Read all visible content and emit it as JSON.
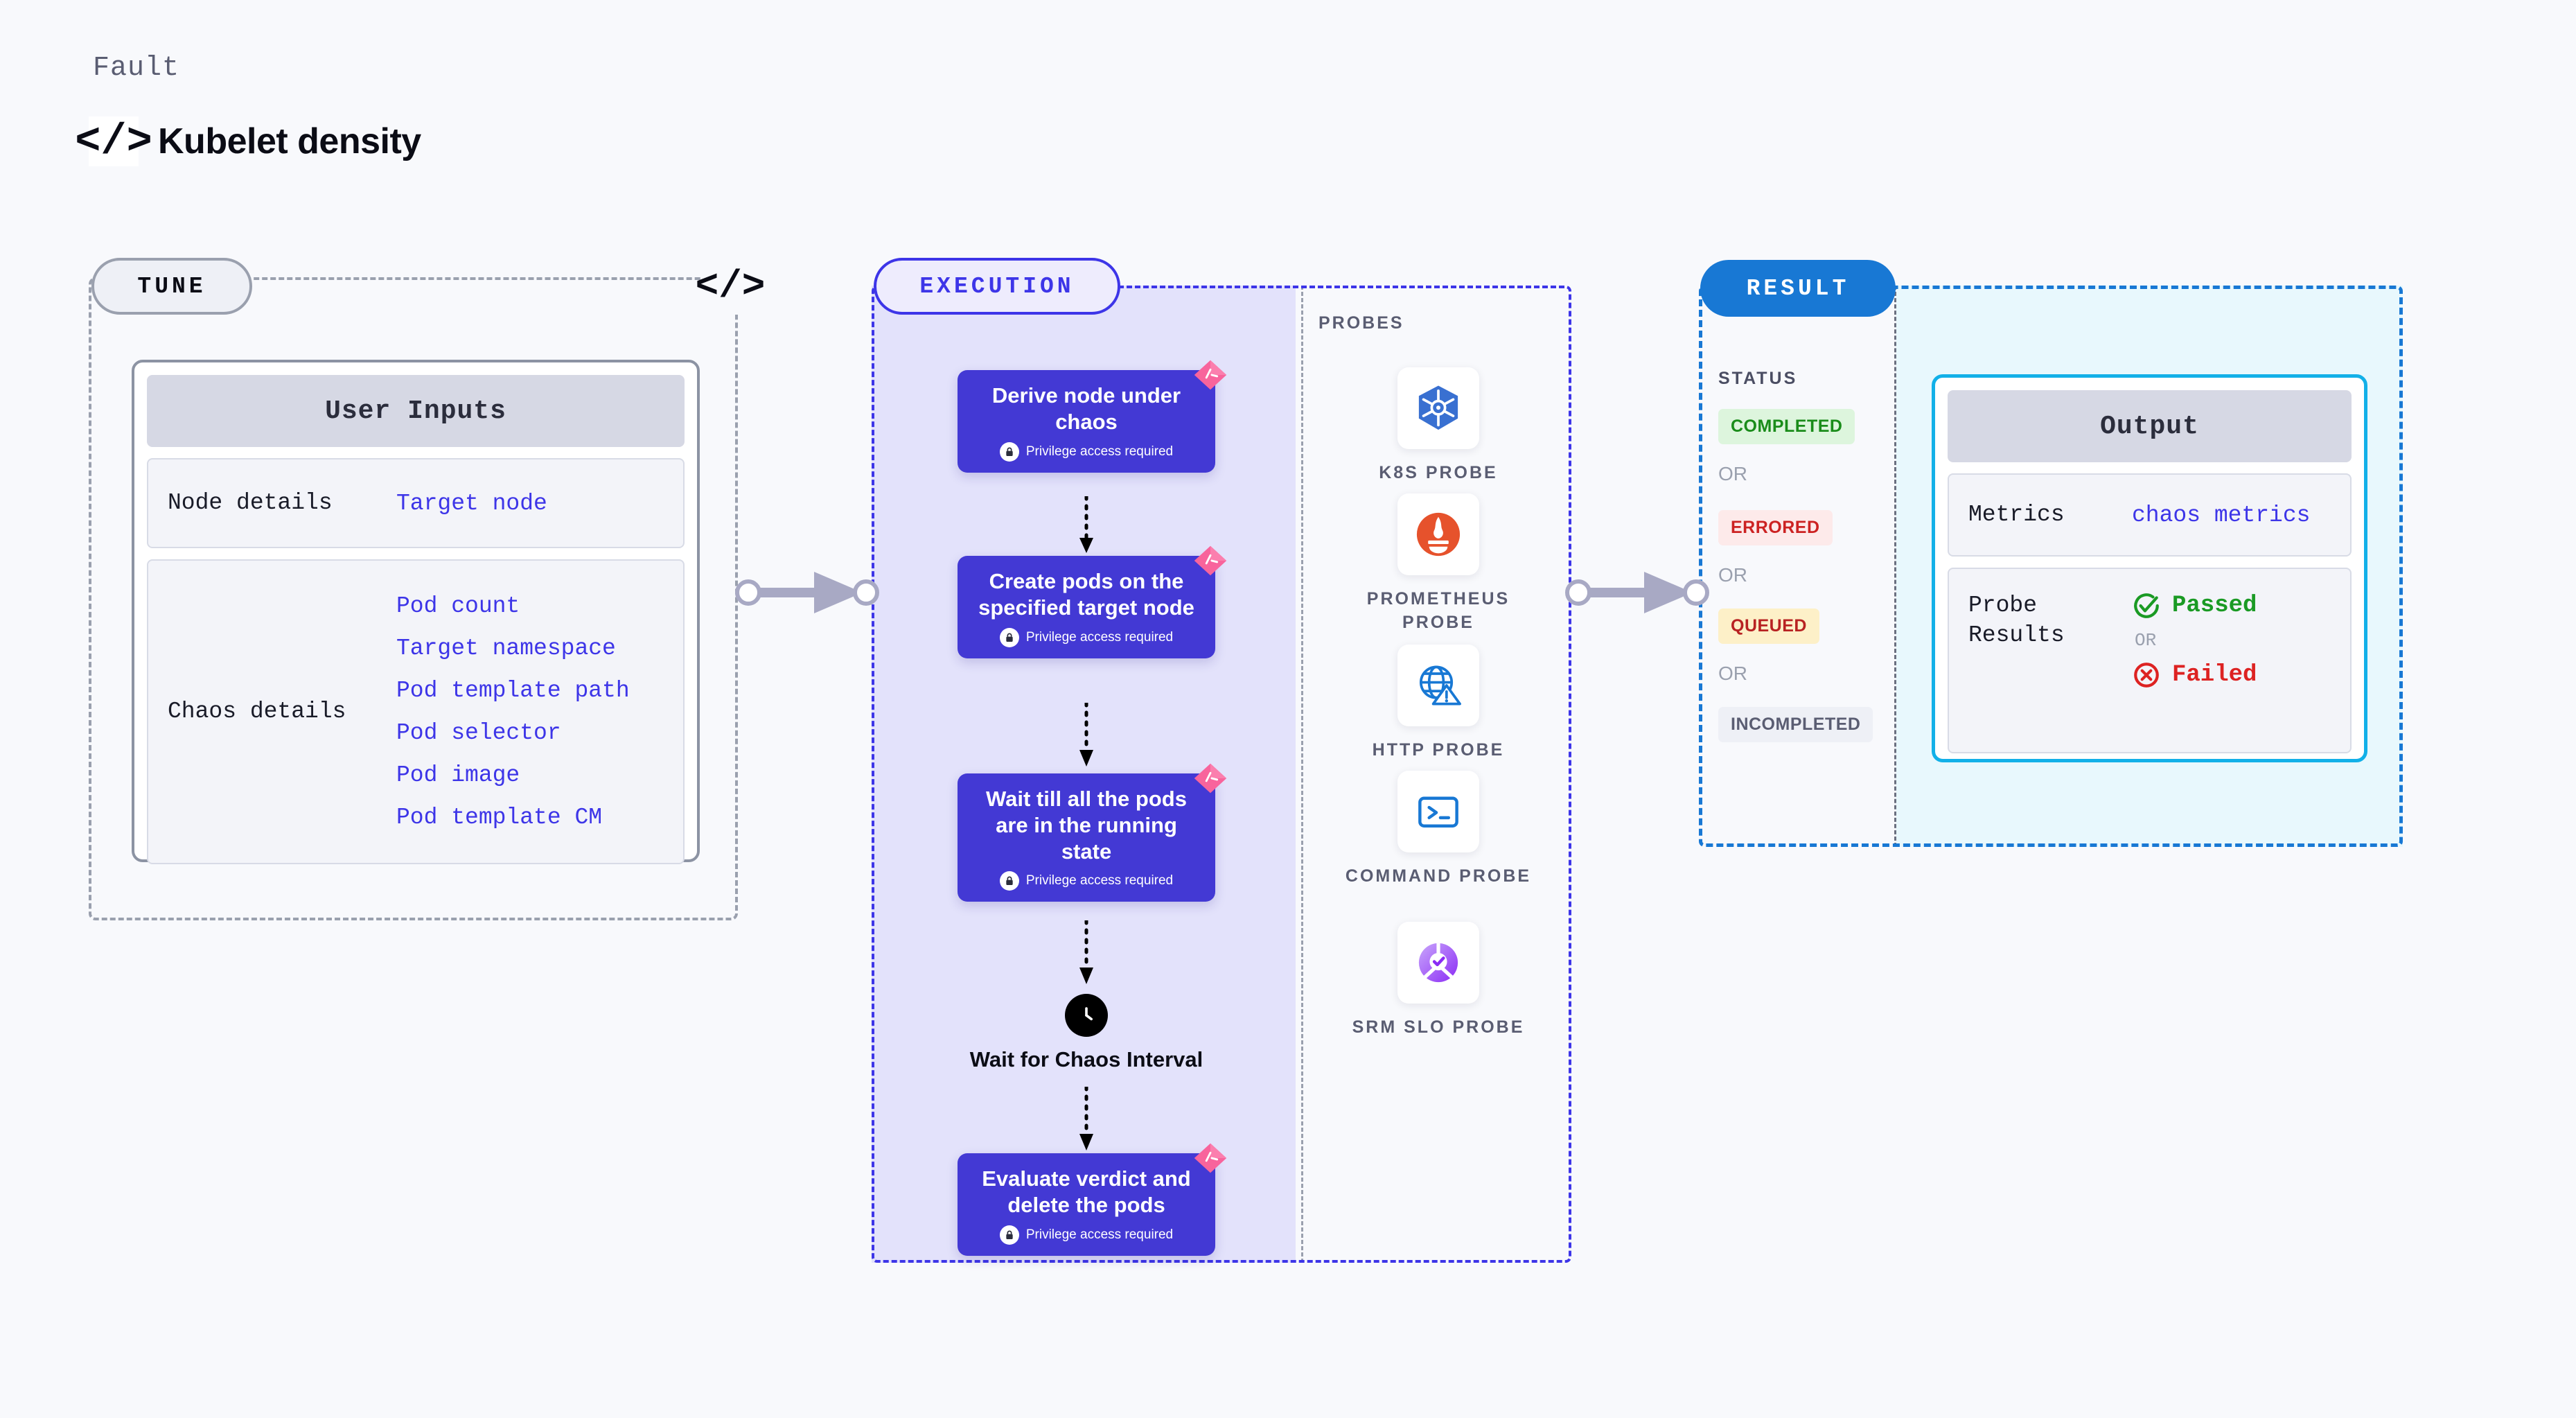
{
  "header": {
    "eyebrow": "Fault",
    "code_icon": "</>",
    "title": "Kubelet density"
  },
  "tune": {
    "badge": "TUNE",
    "code_icon": "</>",
    "card_title": "User Inputs",
    "rows": [
      {
        "label": "Node details",
        "values": [
          "Target node"
        ]
      },
      {
        "label": "Chaos details",
        "values": [
          "Pod count",
          "Target namespace",
          "Pod template path",
          "Pod selector",
          "Pod image",
          "Pod template CM"
        ]
      }
    ]
  },
  "execution": {
    "badge": "EXECUTION",
    "privilege_note": "Privilege access required",
    "steps": [
      {
        "title": "Derive node under chaos",
        "privileged": true
      },
      {
        "title": "Create pods on the specified target node",
        "privileged": true
      },
      {
        "title": "Wait till all the pods are in the running state",
        "privileged": true
      },
      {
        "title": "Evaluate verdict and delete the pods",
        "privileged": true
      }
    ],
    "wait_node": {
      "label": "Wait for Chaos Interval",
      "icon": "clock-icon"
    }
  },
  "probes": {
    "title": "PROBES",
    "items": [
      {
        "label": "K8S PROBE",
        "icon": "kubernetes-icon"
      },
      {
        "label": "PROMETHEUS PROBE",
        "icon": "prometheus-icon"
      },
      {
        "label": "HTTP PROBE",
        "icon": "globe-warning-icon"
      },
      {
        "label": "COMMAND PROBE",
        "icon": "terminal-icon"
      },
      {
        "label": "SRM SLO PROBE",
        "icon": "slo-donut-icon"
      }
    ]
  },
  "result": {
    "badge": "RESULT",
    "status_title": "STATUS",
    "or_label": "OR",
    "statuses": [
      {
        "label": "COMPLETED",
        "bg": "#ddf5dd",
        "fg": "#1a8c1a"
      },
      {
        "label": "ERRORED",
        "bg": "#fdeaea",
        "fg": "#cc2222"
      },
      {
        "label": "QUEUED",
        "bg": "#fdf0c8",
        "fg": "#b82222"
      },
      {
        "label": "INCOMPLETED",
        "bg": "#eef0f6",
        "fg": "#5a5d72"
      }
    ],
    "output": {
      "card_title": "Output",
      "metrics_label": "Metrics",
      "metrics_value": "chaos metrics",
      "probe_results_label": "Probe Results",
      "passed_label": "Passed",
      "failed_label": "Failed",
      "or_label": "OR"
    }
  },
  "colors": {
    "indigo": "#3d35e8",
    "step_card": "#4339d4",
    "ribbon_pink": "#f8649c",
    "result_blue": "#1878d4",
    "output_cyan": "#12b0e8",
    "pass_green": "#1a9a24",
    "fail_red": "#dd2222"
  }
}
